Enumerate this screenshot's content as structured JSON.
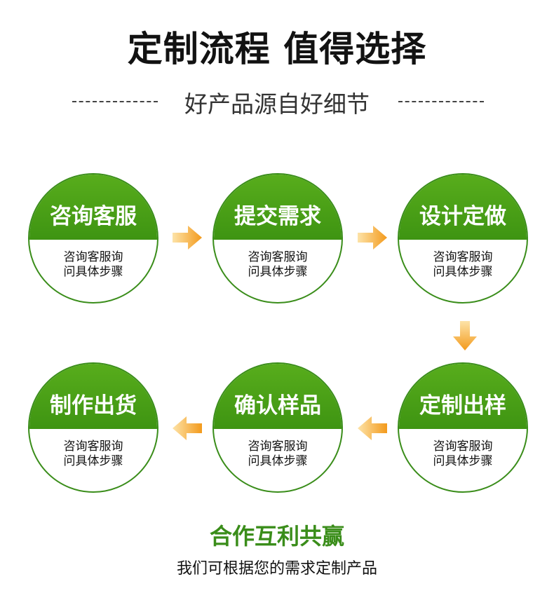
{
  "title": "定制流程 值得选择",
  "subtitle": "好产品源自好细节",
  "steps": [
    {
      "title": "咨询客服",
      "desc1": "咨询客服询",
      "desc2": "问具体步骤"
    },
    {
      "title": "提交需求",
      "desc1": "咨询客服询",
      "desc2": "问具体步骤"
    },
    {
      "title": "设计定做",
      "desc1": "咨询客服询",
      "desc2": "问具体步骤"
    },
    {
      "title": "定制出样",
      "desc1": "咨询客服询",
      "desc2": "问具体步骤"
    },
    {
      "title": "确认样品",
      "desc1": "咨询客服询",
      "desc2": "问具体步骤"
    },
    {
      "title": "制作出货",
      "desc1": "咨询客服询",
      "desc2": "问具体步骤"
    }
  ],
  "footer": {
    "title": "合作互利共赢",
    "text": "我们可根据您的需求定制产品"
  },
  "colors": {
    "green": "#4a9f17",
    "arrow": "#f5a623"
  }
}
